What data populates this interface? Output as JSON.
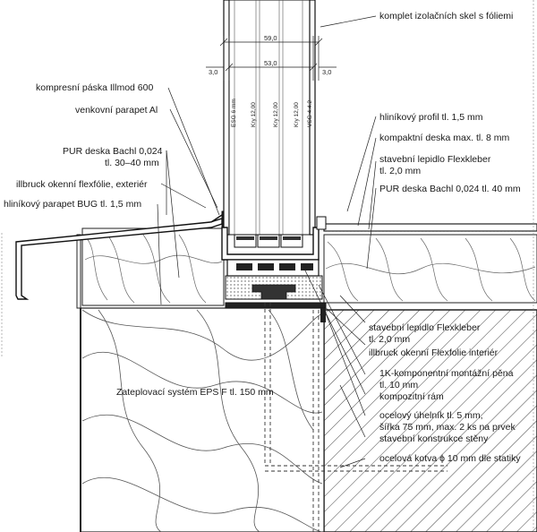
{
  "labels": {
    "glass_unit": "komplet izolačních skel s fóliemi",
    "compression_tape": "kompresní páska Illmod 600",
    "outer_sill_al": "venkovní parapet Al",
    "pur_board_left_1": "PUR deska Bachl 0,024",
    "pur_board_left_2": "tl. 30–40 mm",
    "flexfolie_ext": "illbruck okenní flexfólie, exteriér",
    "sill_bug": "hliníkový parapet BUG tl. 1,5 mm",
    "al_profile": "hliníkový profil tl. 1,5 mm",
    "compact_board": "kompaktní deska max. tl. 8 mm",
    "adhesive_top_1": "stavební lepidlo Flexkleber",
    "adhesive_top_2": "tl. 2,0 mm",
    "pur_board_right": "PUR deska Bachl 0,024 tl. 40 mm",
    "adhesive_bottom_1": "stavební lepidlo Flexkleber",
    "adhesive_bottom_2": "tl. 2,0 mm",
    "flexfolie_int": "illbruck okenní Flexfolie interiér",
    "foam_1": "1K-komponentní montážní pěna",
    "foam_2": "tl. 10 mm",
    "composite_frame": "kompozitní rám",
    "steel_angle_1": "ocelový úhelník tl. 5 mm,",
    "steel_angle_2": "šířka 75 mm, max. 2 ks na prvek",
    "wall_structure": "stavební konstrukce stěny",
    "steel_anchor": "ocelová kotva ϕ 10 mm dle statiky",
    "eps_insulation": "Zateplovací systém EPS F tl. 150 mm"
  },
  "dimensions": {
    "total": "59,0",
    "inner": "53,0",
    "left_gap": "3,0",
    "right_gap": "3,0"
  },
  "glass_layers": [
    "ESG 6 mm",
    "Kry 12,00",
    "Kry 12,00",
    "Kry 12,00",
    "VSG 4.4.2"
  ]
}
